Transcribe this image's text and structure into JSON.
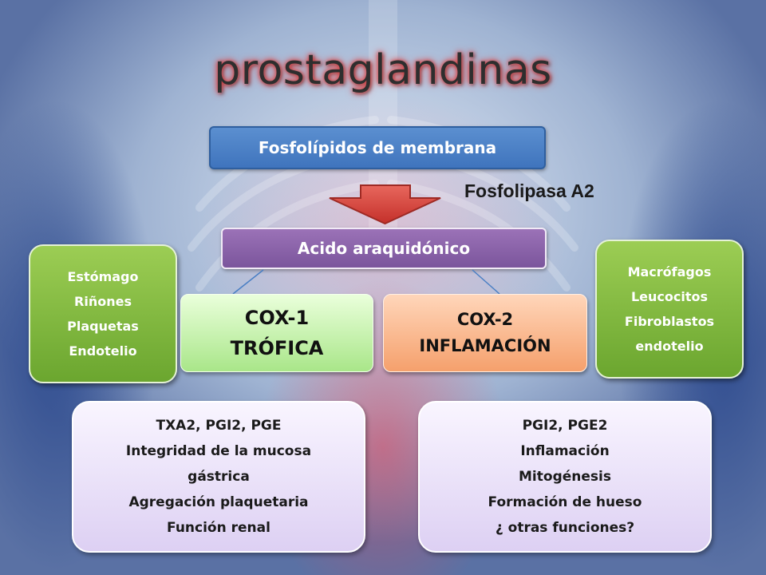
{
  "title": "prostaglandinas",
  "source": "Fosfolípidos de membrana",
  "enzyme": "Fosfolipasa A2",
  "intermediate": "Acido araquidónico",
  "cox1": {
    "lines": [
      "COX-1",
      "TRÓFICA"
    ]
  },
  "cox2": {
    "lines": [
      "COX-2",
      "INFLAMACIÓN"
    ]
  },
  "cox1_sites": {
    "lines": [
      "Estómago",
      "Riñones",
      "Plaquetas",
      "Endotelio"
    ]
  },
  "cox2_sites": {
    "lines": [
      "Macrófagos",
      "Leucocitos",
      "Fibroblastos",
      "endotelio"
    ]
  },
  "cox1_effects": {
    "lines": [
      "TXA2, PGI2, PGE",
      "Integridad de la mucosa",
      "gástrica",
      "Agregación plaquetaria",
      "Función renal"
    ]
  },
  "cox2_effects": {
    "lines": [
      "PGI2, PGE2",
      "Inflamación",
      "Mitogénesis",
      "Formación de hueso",
      "¿ otras funciones?"
    ]
  },
  "colors": {
    "source_box": "#4a7fc4",
    "intermediate_box": "#8a63a8",
    "cox1_box": "#c6f0aa",
    "cox2_box": "#f8b488",
    "site_boxes": "#82b843",
    "effect_boxes": "#e8ddf7",
    "arrow": "#d9433a",
    "title_glow": "#e04040"
  }
}
